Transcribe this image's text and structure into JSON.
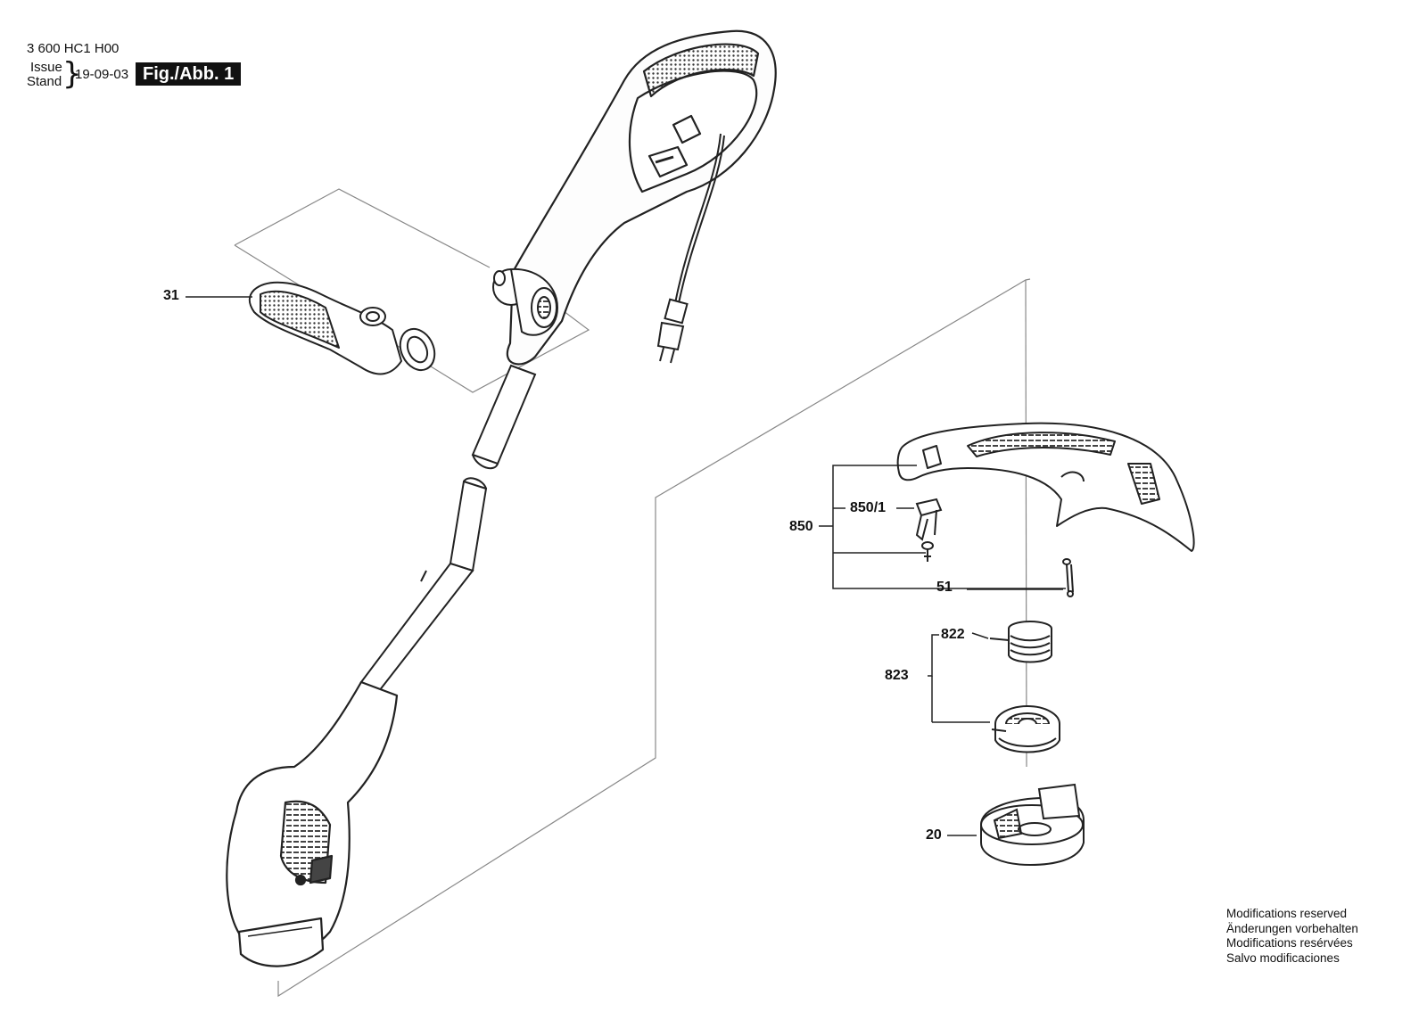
{
  "header": {
    "doc_number": "3 600 HC1 H00",
    "issue_label": "Issue",
    "stand_label": "Stand",
    "issue_date": "19-09-03",
    "figure_label": "Fig./Abb. 1"
  },
  "callouts": {
    "handle_grip": "31",
    "guard_assembly": "850",
    "guard_clip": "850/1",
    "screw": "51",
    "spool_spring": "822",
    "spool_assembly": "823",
    "spool_cap": "20"
  },
  "notice": {
    "en": "Modifications reserved",
    "de": "Änderungen vorbehalten",
    "fr": "Modifications resérvées",
    "es": "Salvo modificaciones"
  }
}
